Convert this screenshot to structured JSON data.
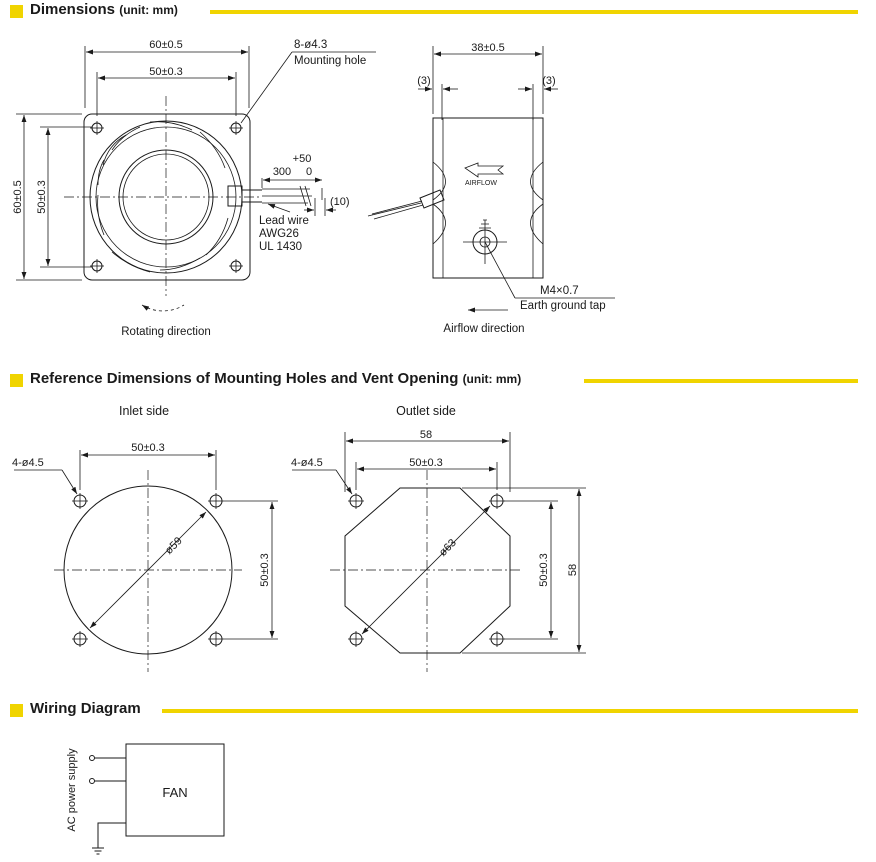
{
  "sections": {
    "dimensions": {
      "title": "Dimensions",
      "unit": "(unit: mm)"
    },
    "reference": {
      "title": "Reference Dimensions of Mounting Holes and Vent Opening",
      "unit": "(unit: mm)"
    },
    "wiring": {
      "title": "Wiring Diagram"
    }
  },
  "front_view": {
    "width_outer": "60±0.5",
    "width_inner": "50±0.3",
    "height_outer": "60±0.5",
    "height_inner": "50±0.3",
    "hole_label": "8-ø4.3",
    "hole_desc": "Mounting hole",
    "lead_tol": "+50",
    "lead_len": "300",
    "lead_tol2": "0",
    "lead_wire": "Lead wire",
    "awg": "AWG26",
    "ul": "UL 1430",
    "strip": "(10)",
    "rotating": "Rotating direction"
  },
  "side_view": {
    "depth": "38±0.5",
    "left_gap": "(3)",
    "right_gap": "(3)",
    "airflow_marking": "AIRFLOW",
    "tap_size": "M4×0.7",
    "tap_desc": "Earth ground tap",
    "airflow": "Airflow direction"
  },
  "inlet": {
    "caption": "Inlet side",
    "holes": "4-ø4.5",
    "pitch_h": "50±0.3",
    "pitch_v": "50±0.3",
    "diameter": "ø59"
  },
  "outlet": {
    "caption": "Outlet side",
    "holes": "4-ø4.5",
    "outer_h": "58",
    "pitch_h": "50±0.3",
    "pitch_v": "50±0.3",
    "outer_v": "58",
    "diameter": "ø63"
  },
  "wiring": {
    "supply": "AC power supply",
    "box": "FAN"
  },
  "colors": {
    "accent": "#f0d400",
    "ink": "#1a1a1a"
  }
}
